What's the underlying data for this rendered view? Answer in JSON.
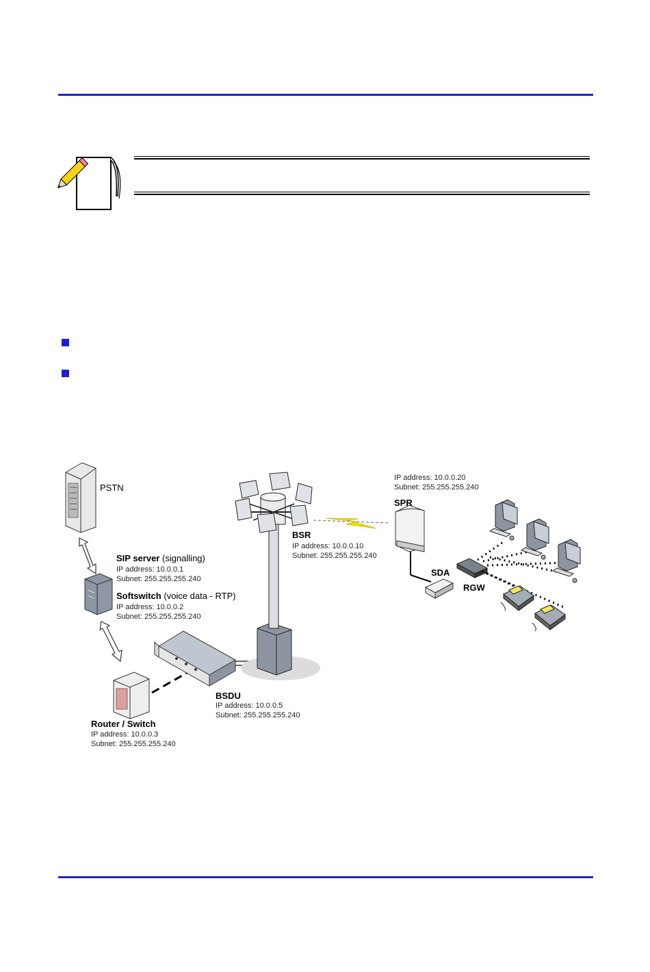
{
  "diagram": {
    "pstn": {
      "label": "PSTN"
    },
    "sip_server": {
      "name": "SIP server",
      "role": "(signalling)",
      "ip": "IP address: 10.0.0.1",
      "subnet": "Subnet: 255.255.255.240"
    },
    "softswitch": {
      "name": "Softswitch",
      "role": "(voice data - RTP)",
      "ip": "IP address: 10.0.0.2",
      "subnet": "Subnet: 255.255.255.240"
    },
    "router": {
      "name": "Router / Switch",
      "ip": "IP address: 10.0.0.3",
      "subnet": "Subnet: 255.255.255.240"
    },
    "bsdu": {
      "name": "BSDU",
      "ip": "IP address: 10.0.0.5",
      "subnet": "Subnet: 255.255.255.240"
    },
    "bsr": {
      "name": "BSR",
      "ip": "IP address: 10.0.0.10",
      "subnet": "Subnet: 255.255.255.240"
    },
    "spr": {
      "name": "SPR",
      "ip": "IP address: 10.0.0.20",
      "subnet": "Subnet: 255.255.255.240"
    },
    "sda": {
      "name": "SDA"
    },
    "rgw": {
      "name": "RGW"
    },
    "colors": {
      "accent": "#1f1fd0",
      "link": "#f0e000"
    },
    "icons": [
      "pencil-note-icon",
      "rack-icon",
      "server-icon",
      "tower-icon",
      "antenna-icon",
      "computer-icon",
      "phone-icon"
    ]
  }
}
